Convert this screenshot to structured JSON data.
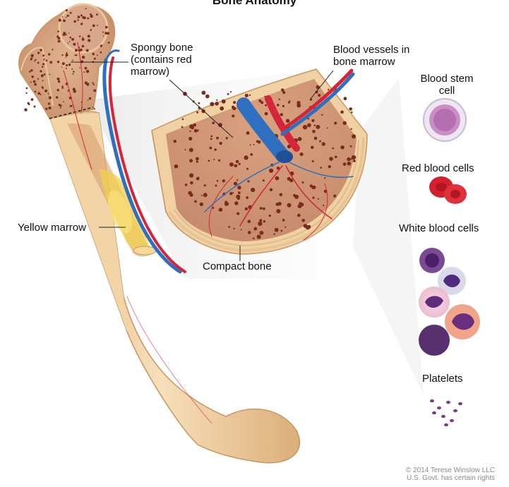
{
  "title": "Bone Anatomy",
  "labels": {
    "spongy_bone_1": "Spongy bone",
    "spongy_bone_2": "(contains red",
    "spongy_bone_3": "marrow)",
    "blood_vessels_1": "Blood vessels in",
    "blood_vessels_2": "bone marrow",
    "yellow_marrow": "Yellow marrow",
    "compact_bone": "Compact bone",
    "blood_stem_1": "Blood stem",
    "blood_stem_2": "cell",
    "red_blood_cells": "Red blood cells",
    "white_blood_cells": "White blood cells",
    "platelets": "Platelets"
  },
  "credit": {
    "line1": "© 2014 Terese Winslow LLC",
    "line2": "U.S. Govt. has certain rights"
  },
  "colors": {
    "bone": "#f1d3a6",
    "bone_dark": "#d9aa72",
    "marrow": "#c98a6a",
    "artery": "#d3263a",
    "vein": "#2f6fc0",
    "yellow_marrow": "#f2cf4a"
  }
}
